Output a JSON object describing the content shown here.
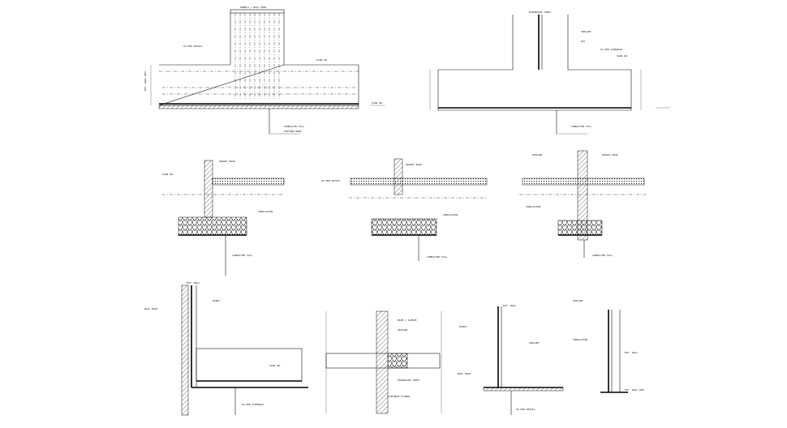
{
  "drawing": {
    "labels": {
      "rebar_top": "DOWELS / WALL VERT.",
      "expansion_joint": "EXPANSION JOINT",
      "slab_gr": "SLAB GR.",
      "ext_wall": "EXT. WALL",
      "ext_wall_dim": "EXT. WALL DIM.",
      "bars_note": "FOOTING BARS",
      "compacted": "COMPACTED FILL",
      "pvc": "PVC",
      "sealant": "SEALANT",
      "gravel": "GRAVEL BASE",
      "insulation": "INSULATION",
      "pipe_note": "PIPE / SLEEVE",
      "flex_note": "FLEXIBLE FLANGE",
      "wall_base": "WALL BASE",
      "paint": "PAINT",
      "note_a": "AS PER DETAIL",
      "note_b": "AS PER SCHEDULE"
    }
  }
}
